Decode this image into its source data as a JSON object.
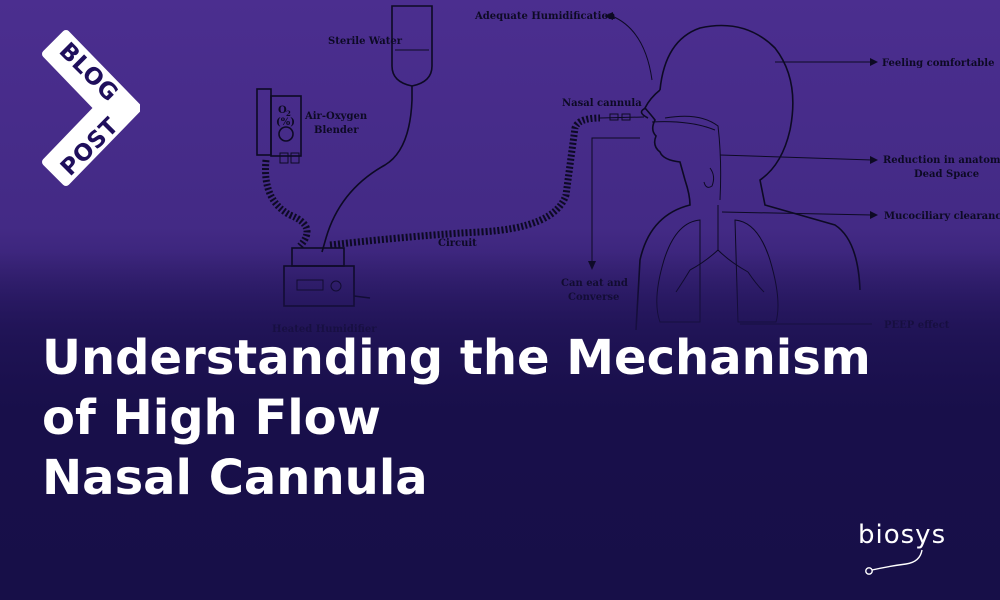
{
  "badge": {
    "line1": "BLOG",
    "line2": "POST"
  },
  "diagram": {
    "labels": {
      "sterile_water": "Sterile Water",
      "adequate_humidification": "Adequate Humidification",
      "o2": "O",
      "o2_sub": "2",
      "percent": "(%)",
      "blender_line1": "Air-Oxygen",
      "blender_line2": "Blender",
      "nasal_cannula": "Nasal cannula",
      "feeling_comfortable": "Feeling comfortable",
      "dead_space_line1": "Reduction in anatomical",
      "dead_space_line2": "Dead Space",
      "mucociliary": "Mucociliary clearance",
      "circuit": "Circuit",
      "eat_line1": "Can eat and",
      "eat_line2": "Converse",
      "heated_humidifier": "Heated Humidifier",
      "peep": "PEEP effect"
    }
  },
  "headline": {
    "line1": "Understanding the Mechanism",
    "line2": "of High Flow",
    "line3": "Nasal Cannula"
  },
  "brand": {
    "name": "biosys"
  },
  "colors": {
    "background_top": "#4b2e8f",
    "background_bottom": "#170f48",
    "text": "#ffffff",
    "diagram_ink": "#0d0a24"
  }
}
